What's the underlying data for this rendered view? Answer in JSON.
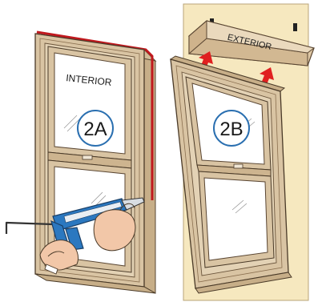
{
  "panels": {
    "left": {
      "label": "INTERIOR",
      "step": "2A"
    },
    "right": {
      "label": "EXTERIOR",
      "step": "2B"
    }
  },
  "colors": {
    "frame_wood": "#d9c4a3",
    "frame_shadow": "#a88a66",
    "sealant_red": "#c0181d",
    "wall_cream": "#f6e8bf",
    "header_board": "#dec7a4",
    "arrow_red": "#e02020",
    "step_circle": "#2a6fb0",
    "caulk_gun_blue": "#2b78c0",
    "skin": "#f2c7a8",
    "glass": "#ffffff"
  }
}
